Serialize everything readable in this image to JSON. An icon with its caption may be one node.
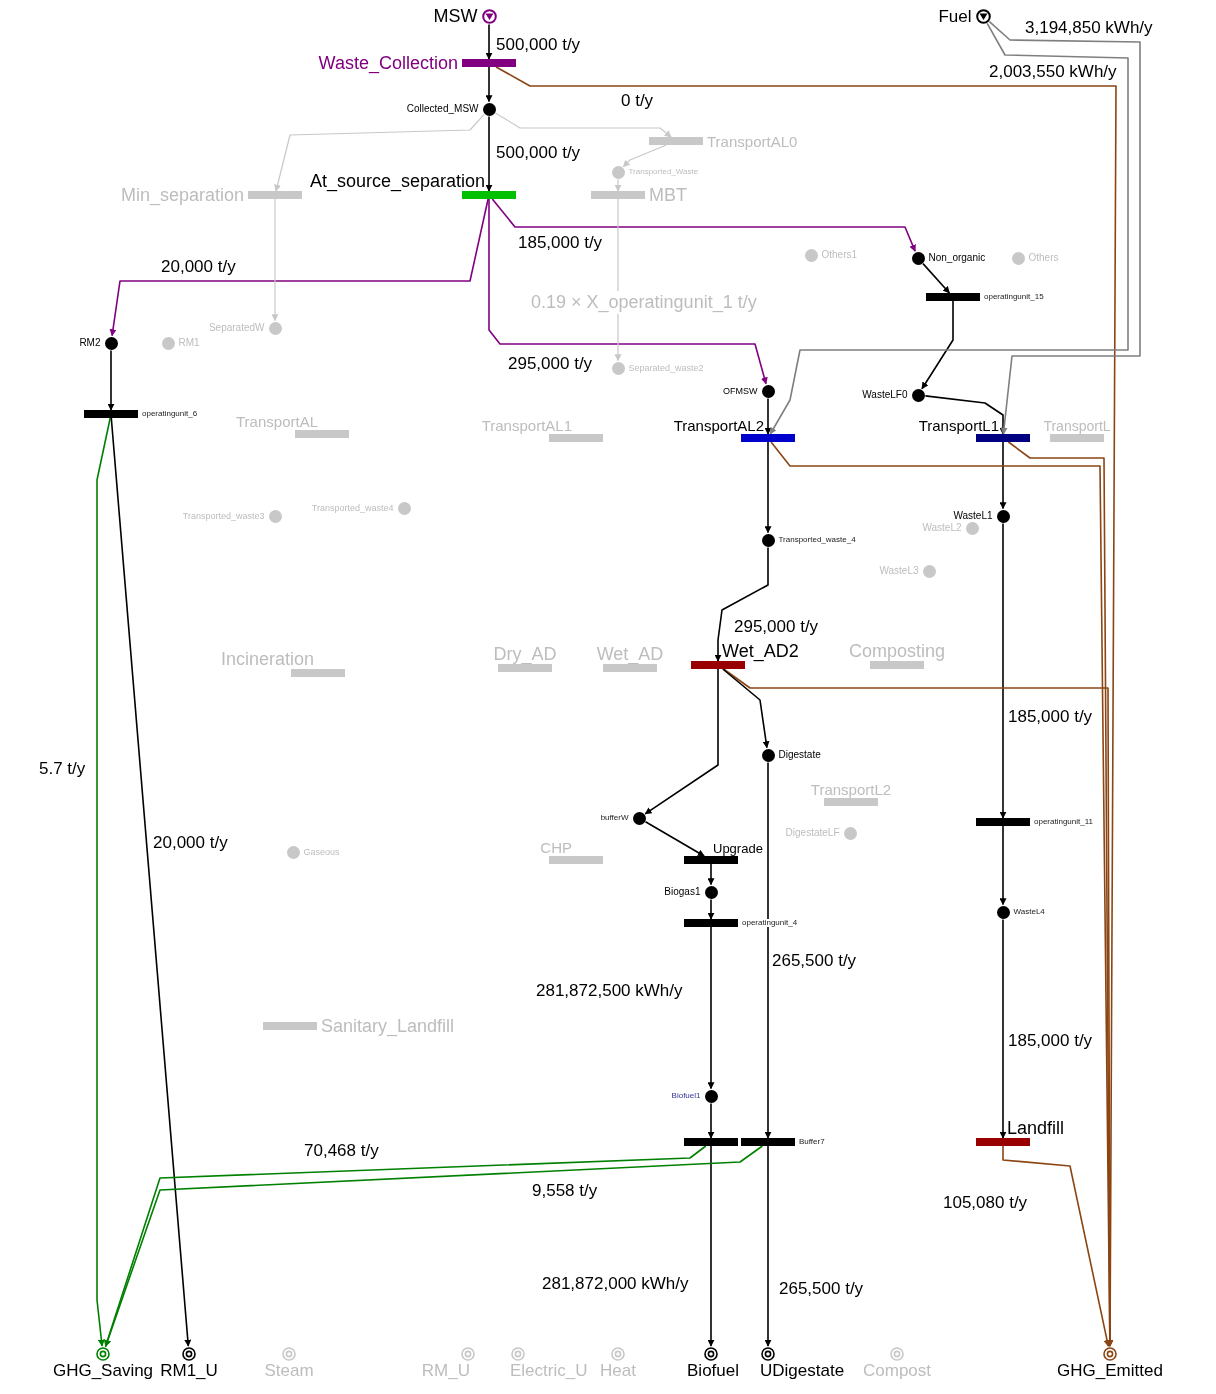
{
  "diagram": {
    "nodes": [
      {
        "text": [
          "MSW"
        ]
      },
      {
        "text": [
          "Waste_Collection"
        ]
      },
      {
        "text": [
          "Collected_MSW"
        ]
      },
      {
        "text": [
          "At_source_separation"
        ]
      },
      {
        "text": [
          "RM2"
        ]
      },
      {
        "text": [
          "operatingunit_6"
        ]
      },
      {
        "text": [
          "Non_organic"
        ]
      },
      {
        "text": [
          "operatingunit_15"
        ]
      },
      {
        "text": [
          "WasteLF0"
        ]
      },
      {
        "text": [
          "TransportL1"
        ]
      },
      {
        "text": [
          "WasteL1"
        ]
      },
      {
        "text": [
          "operatingunit_11"
        ]
      },
      {
        "text": [
          "WasteL4"
        ]
      },
      {
        "text": [
          "Landfill"
        ]
      },
      {
        "text": [
          "OFMSW"
        ]
      },
      {
        "text": [
          "TransportAL2"
        ]
      },
      {
        "text": [
          "Transported_waste_4"
        ]
      },
      {
        "text": [
          "Wet_AD2"
        ]
      },
      {
        "text": [
          "Digestate"
        ]
      },
      {
        "text": [
          "bufferW"
        ]
      },
      {
        "text": [
          "Upgrade"
        ]
      },
      {
        "text": [
          "Biogas1"
        ]
      },
      {
        "text": [
          "operatingunit_4"
        ]
      },
      {
        "text": [
          "Biofuel1"
        ]
      },
      {
        "text": [],
        "shape": "bar"
      },
      {
        "text": [
          "Buffer7"
        ]
      },
      {
        "text": [
          "GHG_Saving"
        ]
      },
      {
        "text": [
          "RM1_U"
        ]
      },
      {
        "text": [
          "Biofuel"
        ]
      },
      {
        "text": [
          "UDigestate"
        ]
      },
      {
        "text": [
          "GHG_Emitted"
        ]
      },
      {
        "text": [
          "Fuel"
        ]
      },
      {
        "text": [
          "Min_separation"
        ]
      },
      {
        "text": [
          "TransportAL0"
        ]
      },
      {
        "text": [
          "Transported_Waste"
        ]
      },
      {
        "text": [
          "MBT"
        ]
      },
      {
        "text": [
          "SeparatedW"
        ]
      },
      {
        "text": [
          "RM1"
        ]
      },
      {
        "text": [
          "TransportAL"
        ]
      },
      {
        "text": [
          "TransportAL1"
        ]
      },
      {
        "text": [
          "TransportL"
        ]
      },
      {
        "text": [
          "Incineration"
        ]
      },
      {
        "text": [
          "Dry_AD"
        ]
      },
      {
        "text": [
          "Wet_AD"
        ]
      },
      {
        "text": [
          "Composting"
        ]
      },
      {
        "text": [
          "TransportL2"
        ]
      },
      {
        "text": [
          "CHP"
        ]
      },
      {
        "text": [
          "Sanitary_Landfill"
        ]
      },
      {
        "text": [
          "Steam"
        ]
      },
      {
        "text": [
          "RM_U"
        ]
      },
      {
        "text": [
          "Electric_U"
        ]
      },
      {
        "text": [
          "Heat"
        ]
      },
      {
        "text": [
          "Compost"
        ]
      },
      {
        "text": [
          "Others1"
        ]
      },
      {
        "text": [
          "Others"
        ]
      },
      {
        "text": [
          "WasteL2"
        ]
      },
      {
        "text": [
          "WasteL3"
        ]
      },
      {
        "text": [
          "DigestateLF"
        ]
      },
      {
        "text": [
          "Gaseous"
        ]
      },
      {
        "text": [
          "Separated_waste2"
        ]
      },
      {
        "text": [
          "Transported_waste4"
        ]
      },
      {
        "text": [
          "Transported_waste3"
        ]
      }
    ],
    "edges": [
      {
        "from": 0,
        "to": 1,
        "arrow": "to",
        "label": "500,000 t/y"
      },
      {
        "from": 1,
        "to": 2,
        "arrow": "to"
      },
      {
        "from": 2,
        "to": 3,
        "arrow": "to",
        "label": "500,000 t/y"
      },
      {
        "from": 1,
        "to": 30,
        "arrow": "to",
        "label": "0 t/y",
        "color": "#8b4513"
      },
      {
        "from": 3,
        "to": 6,
        "arrow": "to",
        "label": "185,000 t/y",
        "color": "#800080"
      },
      {
        "from": 3,
        "to": 4,
        "arrow": "to",
        "label": "20,000 t/y",
        "color": "#800080"
      },
      {
        "from": 3,
        "to": 14,
        "arrow": "to",
        "label": "295,000 t/y",
        "color": "#800080"
      },
      {
        "from": 4,
        "to": 5,
        "arrow": "to"
      },
      {
        "from": 5,
        "to": 26,
        "arrow": "to",
        "label": "5.7 t/y",
        "color": "#008000"
      },
      {
        "from": 5,
        "to": 27,
        "arrow": "to",
        "label": "20,000 t/y"
      },
      {
        "from": 6,
        "to": 7,
        "arrow": "to"
      },
      {
        "from": 7,
        "to": 8,
        "arrow": "to"
      },
      {
        "from": 8,
        "to": 9,
        "arrow": "to"
      },
      {
        "from": 9,
        "to": 10,
        "arrow": "to"
      },
      {
        "from": 10,
        "to": 11,
        "arrow": "to",
        "label": "185,000 t/y"
      },
      {
        "from": 11,
        "to": 12,
        "arrow": "to"
      },
      {
        "from": 12,
        "to": 13,
        "arrow": "to",
        "label": "185,000 t/y"
      },
      {
        "from": 13,
        "to": 30,
        "arrow": "to",
        "label": "105,080 t/y",
        "color": "#8b4513"
      },
      {
        "from": 14,
        "to": 15,
        "arrow": "to"
      },
      {
        "from": 15,
        "to": 16,
        "arrow": "to"
      },
      {
        "from": 15,
        "to": 30,
        "arrow": "to",
        "color": "#8b4513"
      },
      {
        "from": 9,
        "to": 30,
        "arrow": "to",
        "color": "#8b4513"
      },
      {
        "from": 16,
        "to": 17,
        "arrow": "to",
        "label": "295,000 t/y"
      },
      {
        "from": 17,
        "to": 30,
        "arrow": "to",
        "color": "#8b4513"
      },
      {
        "from": 17,
        "to": 18,
        "arrow": "to"
      },
      {
        "from": 17,
        "to": 19,
        "arrow": "to"
      },
      {
        "from": 19,
        "to": 20,
        "arrow": "to"
      },
      {
        "from": 20,
        "to": 21,
        "arrow": "to"
      },
      {
        "from": 21,
        "to": 22,
        "arrow": "to"
      },
      {
        "from": 22,
        "to": 23,
        "arrow": "to",
        "label": "281,872,500 kWh/y"
      },
      {
        "from": 23,
        "to": 24,
        "arrow": "to"
      },
      {
        "from": 24,
        "to": 28,
        "arrow": "to",
        "label": "281,872,000 kWh/y"
      },
      {
        "from": 18,
        "to": 25,
        "arrow": "to",
        "label": "265,500 t/y"
      },
      {
        "from": 25,
        "to": 29,
        "arrow": "to",
        "label": "265,500 t/y"
      },
      {
        "from": 24,
        "to": 26,
        "arrow": "to",
        "label": "70,468 t/y",
        "color": "#008000"
      },
      {
        "from": 25,
        "to": 26,
        "arrow": "to",
        "label": "9,558 t/y",
        "color": "#008000"
      },
      {
        "from": 31,
        "to": 9,
        "arrow": "to",
        "label": "3,194,850 kWh/y",
        "color": "#7f7f7f"
      },
      {
        "from": 31,
        "to": 15,
        "arrow": "to",
        "label": "2,003,550 kWh/y",
        "color": "#7f7f7f"
      },
      {
        "from": 2,
        "to": 32,
        "arrow": "to",
        "color": "#c8c8c8"
      },
      {
        "from": 2,
        "to": 33,
        "arrow": "to",
        "color": "#c8c8c8"
      },
      {
        "from": 33,
        "to": 34,
        "arrow": "to",
        "color": "#c8c8c8"
      },
      {
        "from": 34,
        "to": 35,
        "arrow": "to",
        "color": "#c8c8c8"
      },
      {
        "from": 35,
        "to": 59,
        "arrow": "to",
        "color": "#c8c8c8"
      },
      {
        "from": 32,
        "to": 36,
        "arrow": "to",
        "color": "#c8c8c8"
      }
    ],
    "labels": [
      "0.19 × X_operatingunit_1 t/y"
    ]
  }
}
